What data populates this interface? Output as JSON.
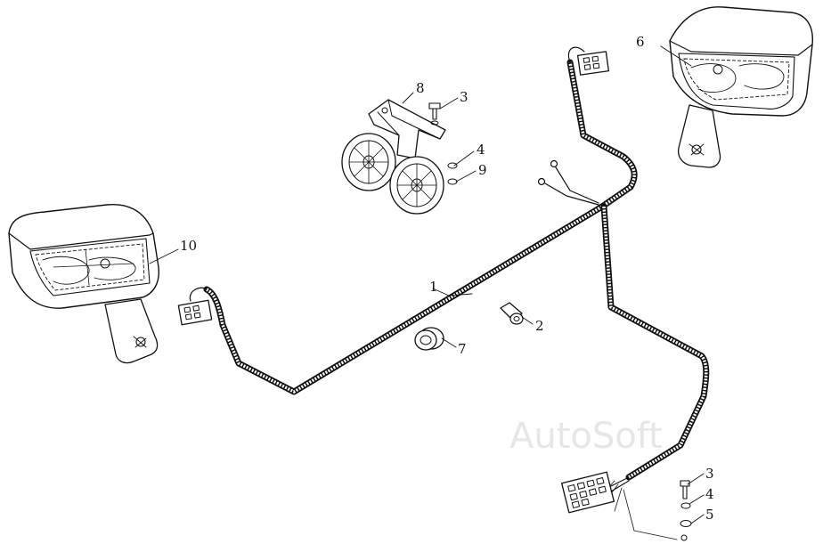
{
  "watermark": "AutoSoft",
  "callouts": [
    {
      "id": "c1",
      "label": "1"
    },
    {
      "id": "c2",
      "label": "2"
    },
    {
      "id": "c3a",
      "label": "3"
    },
    {
      "id": "c3b",
      "label": "3"
    },
    {
      "id": "c4a",
      "label": "4"
    },
    {
      "id": "c4b",
      "label": "4"
    },
    {
      "id": "c5",
      "label": "5"
    },
    {
      "id": "c6",
      "label": "6"
    },
    {
      "id": "c7",
      "label": "7"
    },
    {
      "id": "c8",
      "label": "8"
    },
    {
      "id": "c9",
      "label": "9"
    },
    {
      "id": "c10",
      "label": "10"
    }
  ]
}
